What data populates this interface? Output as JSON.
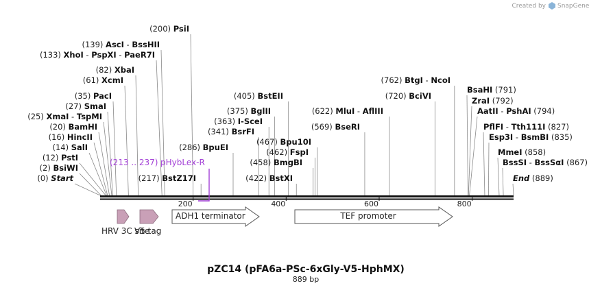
{
  "credit": {
    "text": "Created by",
    "brand": "SnapGene"
  },
  "title": "pZC14 (pFA6a-PSc-6xGly-V5-HphMX)",
  "length_label": "889 bp",
  "ruler": {
    "ticks": [
      "200",
      "400",
      "600",
      "800"
    ]
  },
  "labels_left": [
    {
      "pos": "(200)",
      "names": [
        "PsiI"
      ],
      "sep": "",
      "site": 200
    },
    {
      "pos": "(139)",
      "names": [
        "AscI",
        "BssHII"
      ],
      "sep": "  -  ",
      "site": 139
    },
    {
      "pos": "(133)",
      "names": [
        "XhoI",
        "PspXI",
        "PaeR7I"
      ],
      "sep": "  -  ",
      "site": 133
    },
    {
      "pos": "(82)",
      "names": [
        "XbaI"
      ],
      "sep": "",
      "site": 82
    },
    {
      "pos": "(61)",
      "names": [
        "XcmI"
      ],
      "sep": "",
      "site": 61
    },
    {
      "pos": "(35)",
      "names": [
        "PacI"
      ],
      "sep": "",
      "site": 35
    },
    {
      "pos": "(27)",
      "names": [
        "SmaI"
      ],
      "sep": "",
      "site": 27
    },
    {
      "pos": "(25)",
      "names": [
        "XmaI",
        "TspMI"
      ],
      "sep": "  -  ",
      "site": 25
    },
    {
      "pos": "(20)",
      "names": [
        "BamHI"
      ],
      "sep": "",
      "site": 20
    },
    {
      "pos": "(16)",
      "names": [
        "HincII"
      ],
      "sep": "",
      "site": 16
    },
    {
      "pos": "(14)",
      "names": [
        "SalI"
      ],
      "sep": "",
      "site": 14
    },
    {
      "pos": "(12)",
      "names": [
        "PstI"
      ],
      "sep": "",
      "site": 12
    },
    {
      "pos": "(2)",
      "names": [
        "BsiWI"
      ],
      "sep": "",
      "site": 2
    },
    {
      "pos": "(0)",
      "names": [
        "Start"
      ],
      "sep": "",
      "site": 0,
      "italic": true
    }
  ],
  "labels_mid": [
    {
      "pos": "(286)",
      "names": [
        "BpuEI"
      ],
      "site": 286
    },
    {
      "pos": "(217)",
      "names": [
        "BstZ17I"
      ],
      "site": 217
    },
    {
      "pos": "(405)",
      "names": [
        "BstEII"
      ],
      "site": 405
    },
    {
      "pos": "(375)",
      "names": [
        "BglII"
      ],
      "site": 375
    },
    {
      "pos": "(363)",
      "names": [
        "I-SceI"
      ],
      "site": 363
    },
    {
      "pos": "(341)",
      "names": [
        "BsrFI"
      ],
      "site": 341
    },
    {
      "pos": "(467)",
      "names": [
        "Bpu10I"
      ],
      "site": 467
    },
    {
      "pos": "(462)",
      "names": [
        "FspI"
      ],
      "site": 462
    },
    {
      "pos": "(458)",
      "names": [
        "BmgBI"
      ],
      "site": 458
    },
    {
      "pos": "(422)",
      "names": [
        "BstXI"
      ],
      "site": 422
    },
    {
      "pos": "(622)",
      "names": [
        "MluI",
        "AflIII"
      ],
      "site": 622
    },
    {
      "pos": "(569)",
      "names": [
        "BseRI"
      ],
      "site": 569
    },
    {
      "pos": "(762)",
      "names": [
        "BtgI",
        "NcoI"
      ],
      "site": 762
    },
    {
      "pos": "(720)",
      "names": [
        "BciVI"
      ],
      "site": 720
    }
  ],
  "labels_right": [
    {
      "pos": "(791)",
      "names": [
        "BsaHI"
      ],
      "site": 791
    },
    {
      "pos": "(792)",
      "names": [
        "ZraI"
      ],
      "site": 792
    },
    {
      "pos": "(794)",
      "names": [
        "AatII",
        "PshAI"
      ],
      "site": 794
    },
    {
      "pos": "(827)",
      "names": [
        "PflFI",
        "Tth111I"
      ],
      "site": 827
    },
    {
      "pos": "(835)",
      "names": [
        "Esp3I",
        "BsmBI"
      ],
      "site": 835
    },
    {
      "pos": "(858)",
      "names": [
        "MmeI"
      ],
      "site": 858
    },
    {
      "pos": "(867)",
      "names": [
        "BssSI",
        "BssSαI"
      ],
      "site": 867
    },
    {
      "pos": "(889)",
      "names": [
        "End"
      ],
      "site": 889,
      "italic": true
    }
  ],
  "primer": {
    "range": "(213 .. 237)",
    "name": "pHybLex-R"
  },
  "features": [
    {
      "name": "HRV 3C site"
    },
    {
      "name": "V5 tag"
    },
    {
      "name": "ADH1 terminator"
    },
    {
      "name": "TEF promoter"
    }
  ],
  "colors": {
    "tag": "#c9a0b7",
    "primer": "#a23ed6",
    "backbone": "#111111"
  }
}
